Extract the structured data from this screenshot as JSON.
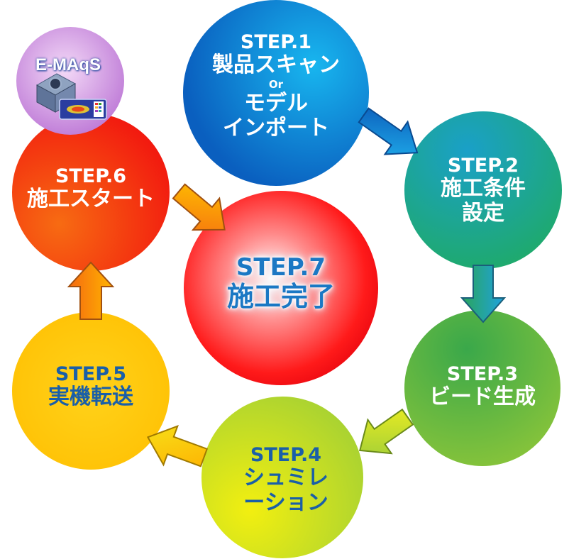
{
  "diagram": {
    "steps": [
      {
        "id": "step1",
        "head": "STEP.1",
        "lines": [
          "製品スキャン",
          "Or",
          "モデル",
          "インポート"
        ]
      },
      {
        "id": "step2",
        "head": "STEP.2",
        "lines": [
          "施工条件",
          "設定"
        ]
      },
      {
        "id": "step3",
        "head": "STEP.3",
        "lines": [
          "ビード生成"
        ]
      },
      {
        "id": "step4",
        "head": "STEP.4",
        "lines": [
          "シュミレ",
          "ーション"
        ]
      },
      {
        "id": "step5",
        "head": "STEP.5",
        "lines": [
          "実機転送"
        ]
      },
      {
        "id": "step6",
        "head": "STEP.6",
        "lines": [
          "施工スタート"
        ]
      },
      {
        "id": "step7",
        "head": "STEP.7",
        "lines": [
          "施工完了"
        ]
      }
    ],
    "device_label": "E-MAqS",
    "colors": {
      "step1": "#0d6fc9",
      "step2": "#1aa69c",
      "step3": "#5ab53a",
      "step4": "#b9d92a",
      "step5": "#ffc20e",
      "step6": "#f23a12",
      "step7": "#e8000e",
      "device_circle": "#c77fd9"
    }
  }
}
